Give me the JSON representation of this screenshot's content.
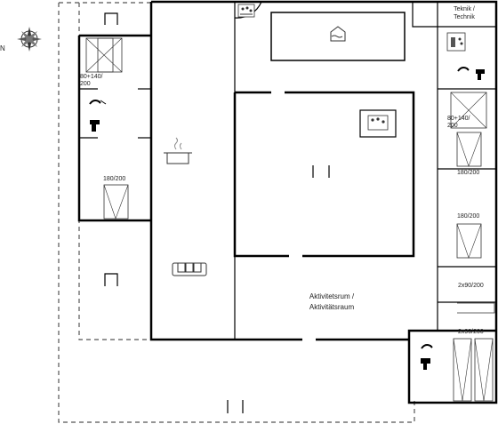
{
  "compass": {
    "north_label": "N"
  },
  "rooms": {
    "tech": {
      "label_en": "Teknik /",
      "label_de": "Technik"
    },
    "activity": {
      "label_en": "Aktivitetsrum /",
      "label_de": "Aktivitätsraum"
    }
  },
  "beds": {
    "left_upper": "80+140/\n200",
    "left_lower": "180/200",
    "right_1_size": "80+140/\n200",
    "right_1_b": "180/200",
    "right_2": "180/200",
    "right_3": "2x90/200",
    "right_4": "2x90/200"
  },
  "icons": [
    "compass-icon",
    "whirlpool-icon",
    "pool-icon",
    "sauna-icon",
    "washer-icon",
    "shower-icon",
    "toilet-icon",
    "stove-icon",
    "sofa-icon",
    "bed-icon"
  ],
  "colors": {
    "wall": "#000000",
    "line": "#333333",
    "fill": "#ffffff",
    "dash": "#555555"
  }
}
